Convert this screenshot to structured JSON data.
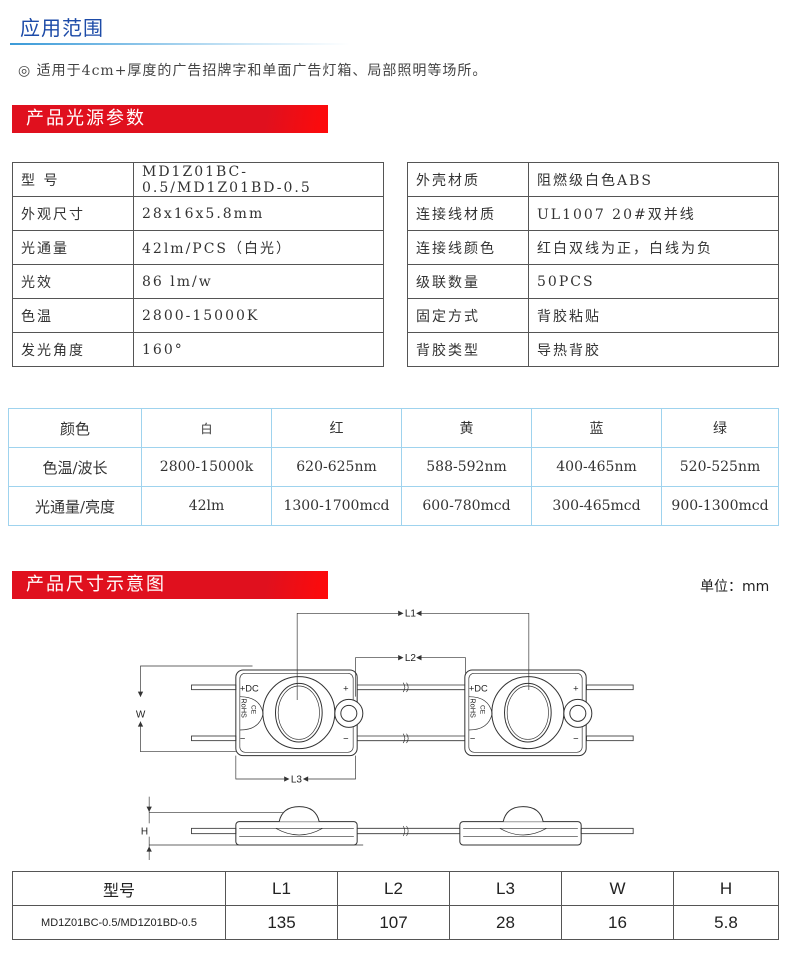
{
  "scope": {
    "title": "应用范围",
    "bullet": "◎ 适用于4cm+厚度的广告招牌字和单面广告灯箱、局部照明等场所。"
  },
  "params": {
    "title": "产品光源参数",
    "left_rows": [
      {
        "label": "型 号",
        "value": "MD1Z01BC-0.5/MD1Z01BD-0.5"
      },
      {
        "label": "外观尺寸",
        "value": "28x16x5.8mm"
      },
      {
        "label": "光通量",
        "value": "42lm/PCS（白光）"
      },
      {
        "label": "光效",
        "value": "86 lm/w"
      },
      {
        "label": "色温",
        "value": "2800-15000K"
      },
      {
        "label": "发光角度",
        "value": "160°"
      }
    ],
    "right_rows": [
      {
        "label": "外壳材质",
        "value": "阻燃级白色ABS"
      },
      {
        "label": "连接线材质",
        "value": "UL1007  20#双并线"
      },
      {
        "label": "连接线颜色",
        "value": "红白双线为正，白线为负"
      },
      {
        "label": "级联数量",
        "value": "50PCS"
      },
      {
        "label": "固定方式",
        "value": "背胶粘贴"
      },
      {
        "label": "背胶类型",
        "value": "导热背胶"
      }
    ]
  },
  "color_table": {
    "header": [
      "颜色",
      "白",
      "红",
      "黄",
      "蓝",
      "绿"
    ],
    "rows": [
      [
        "色温/波长",
        "2800-15000k",
        "620-625nm",
        "588-592nm",
        "400-465nm",
        "520-525nm"
      ],
      [
        "光通量/亮度",
        "42lm",
        "1300-1700mcd",
        "600-780mcd",
        "300-465mcd",
        "900-1300mcd"
      ]
    ]
  },
  "dimensions": {
    "title": "产品尺寸示意图",
    "unit": "单位：mm",
    "diagram_labels": {
      "l1": "L1",
      "l2": "L2",
      "l3": "L3",
      "w": "W",
      "h": "H",
      "dc": "+DC",
      "rohs": "RoHS",
      "ce": "CE",
      "plus": "+",
      "minus": "−"
    },
    "table": {
      "header": [
        "型号",
        "L1",
        "L2",
        "L3",
        "W",
        "H"
      ],
      "row": [
        "MD1Z01BC-0.5/MD1Z01BD-0.5",
        "135",
        "107",
        "28",
        "16",
        "5.8"
      ]
    }
  }
}
